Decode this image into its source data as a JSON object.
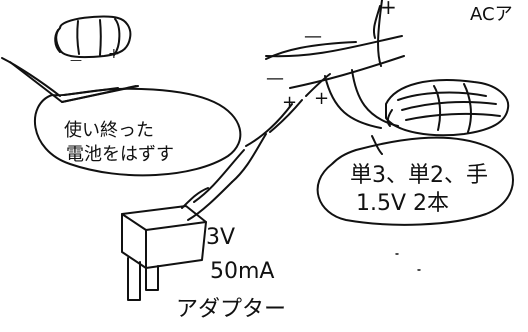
{
  "drawing": {
    "top_right_note": "ACア",
    "battery_removal_label": {
      "line1": "使い終った",
      "line2": "電池をはずす"
    },
    "battery_spec_label": {
      "line1": "単3、単2、手",
      "line2": "1.5V 2本"
    },
    "adapter_label": {
      "line1": "3V",
      "line2": "50mA",
      "line3": "アダプター"
    },
    "polarity_top_minus": "—",
    "polarity_top_plus": "+",
    "polarity_mid_minus": "—",
    "polarity_mid_plus": "+",
    "polarity_mid_plus2": "+",
    "battery_small_minus": "—",
    "battery_small_plus": "+"
  }
}
